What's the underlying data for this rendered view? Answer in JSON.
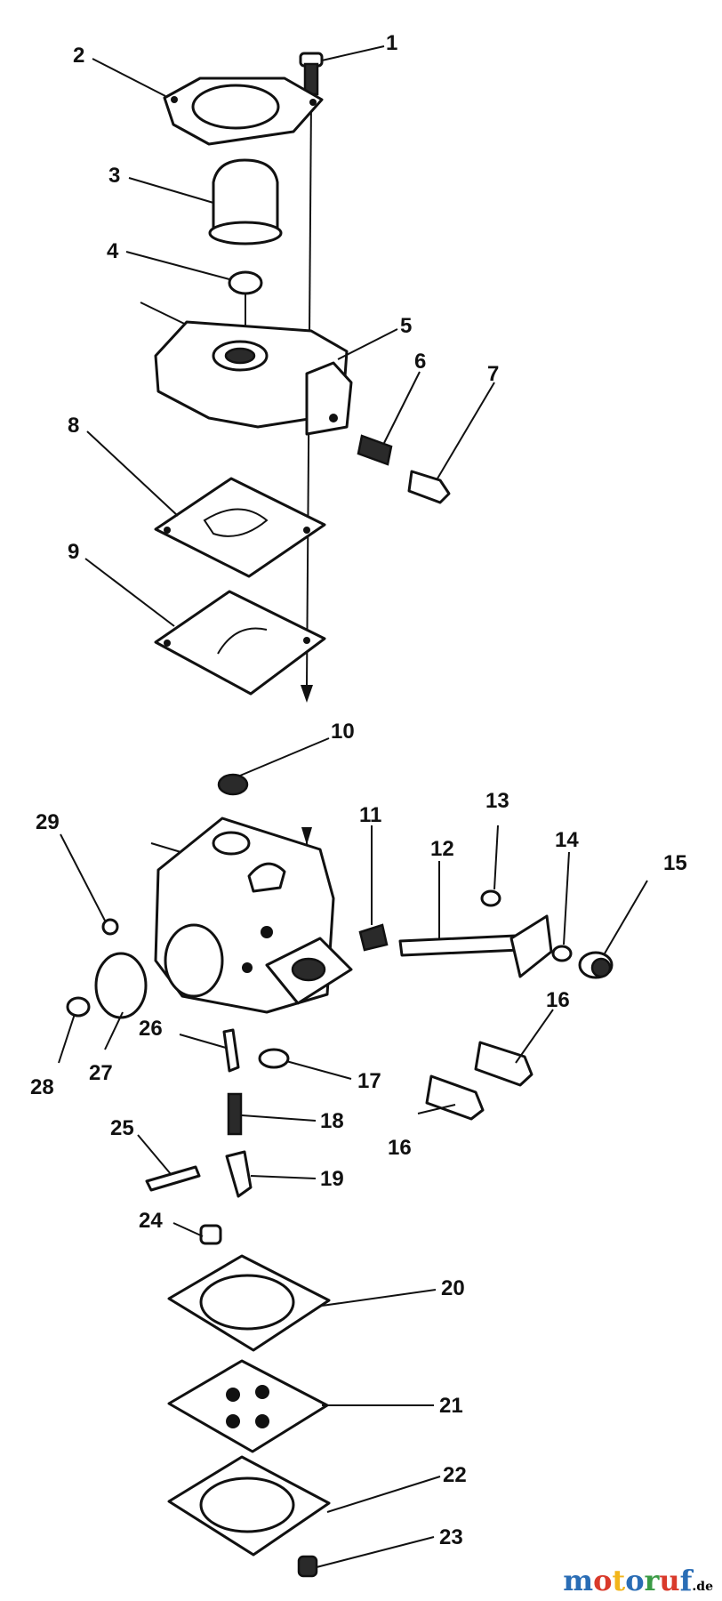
{
  "callouts": [
    {
      "id": "1",
      "label": "1"
    },
    {
      "id": "2",
      "label": "2"
    },
    {
      "id": "3",
      "label": "3"
    },
    {
      "id": "4",
      "label": "4"
    },
    {
      "id": "5",
      "label": "5"
    },
    {
      "id": "6",
      "label": "6"
    },
    {
      "id": "7",
      "label": "7"
    },
    {
      "id": "8",
      "label": "8"
    },
    {
      "id": "9",
      "label": "9"
    },
    {
      "id": "10",
      "label": "10"
    },
    {
      "id": "11",
      "label": "11"
    },
    {
      "id": "12",
      "label": "12"
    },
    {
      "id": "13",
      "label": "13"
    },
    {
      "id": "14",
      "label": "14"
    },
    {
      "id": "15",
      "label": "15"
    },
    {
      "id": "16a",
      "label": "16"
    },
    {
      "id": "16b",
      "label": "16"
    },
    {
      "id": "17",
      "label": "17"
    },
    {
      "id": "18",
      "label": "18"
    },
    {
      "id": "19",
      "label": "19"
    },
    {
      "id": "20",
      "label": "20"
    },
    {
      "id": "21",
      "label": "21"
    },
    {
      "id": "22",
      "label": "22"
    },
    {
      "id": "23",
      "label": "23"
    },
    {
      "id": "24",
      "label": "24"
    },
    {
      "id": "25",
      "label": "25"
    },
    {
      "id": "26",
      "label": "26"
    },
    {
      "id": "27",
      "label": "27"
    },
    {
      "id": "28",
      "label": "28"
    },
    {
      "id": "29",
      "label": "29"
    }
  ],
  "watermark": {
    "letters": [
      {
        "char": "m",
        "color": "#2a6db5"
      },
      {
        "char": "o",
        "color": "#d93a2b"
      },
      {
        "char": "t",
        "color": "#f2b51b"
      },
      {
        "char": "o",
        "color": "#2a6db5"
      },
      {
        "char": "r",
        "color": "#3a9b45"
      },
      {
        "char": "u",
        "color": "#d93a2b"
      },
      {
        "char": "f",
        "color": "#2a6db5"
      }
    ],
    "tld": ".de"
  }
}
